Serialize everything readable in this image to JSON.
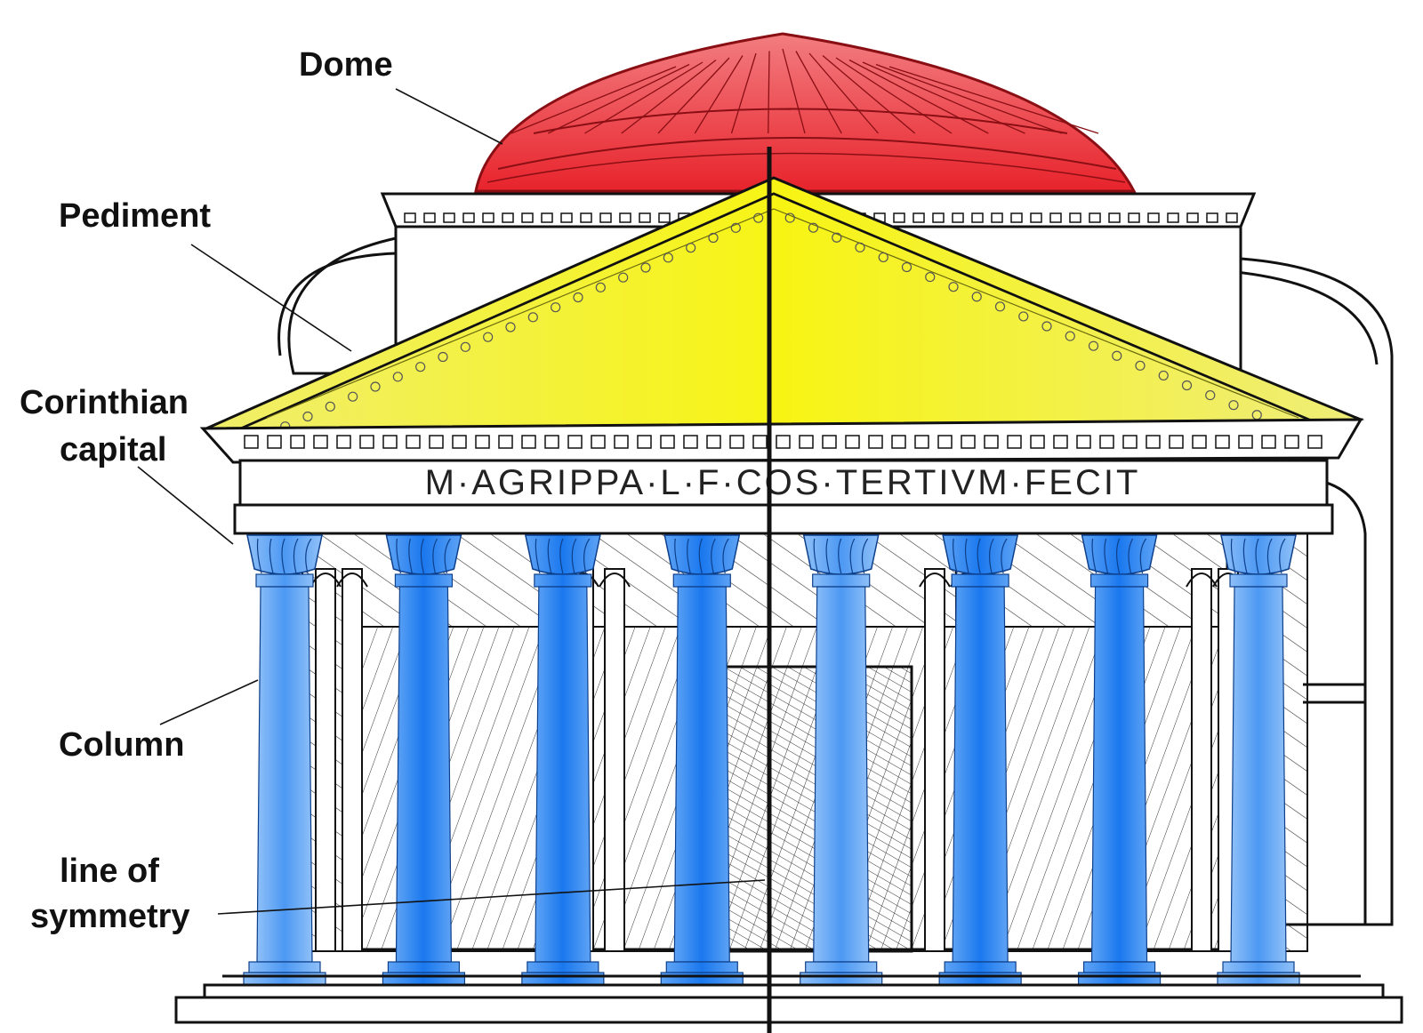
{
  "diagram": {
    "inscription": "M·AGRIPPA·L·F·COS·TERTIVM·FECIT",
    "labels": {
      "dome": "Dome",
      "pediment": "Pediment",
      "capital_line1": "Corinthian",
      "capital_line2": "capital",
      "column": "Column",
      "symmetry_line1": "line of",
      "symmetry_line2": "symmetry"
    },
    "colors": {
      "dome": "#ee4a4f",
      "pediment": "#f3f02e",
      "column": "#2f86f0",
      "symmetry_line": "#111111"
    },
    "column_count": 8
  }
}
